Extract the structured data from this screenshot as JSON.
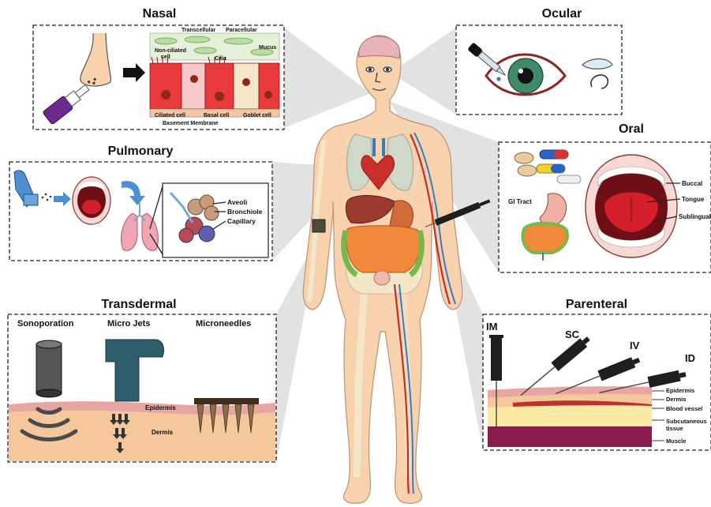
{
  "routes": {
    "nasal": {
      "title": "Nasal",
      "labels": {
        "transcellular": "Transcellular",
        "paracellular": "Paracellular",
        "mucus": "Mucus",
        "non_ciliated_1": "Non-ciliated",
        "non_ciliated_2": "cell",
        "cilia": "Cilia",
        "ciliated_cell": "Ciliated cell",
        "basal_cell": "Basal cell",
        "goblet_cell": "Goblet cell",
        "basement_membrane": "Basement Membrane"
      }
    },
    "ocular": {
      "title": "Ocular"
    },
    "oral": {
      "title": "Oral",
      "labels": {
        "gi_tract": "GI Tract",
        "buccal": "Buccal",
        "tongue": "Tongue",
        "sublingual": "Sublingual"
      }
    },
    "pulmonary": {
      "title": "Pulmonary",
      "labels": {
        "aveoli": "Aveoli",
        "bronchiole": "Bronchiole",
        "capillary": "Capillary"
      }
    },
    "transdermal": {
      "title": "Transdermal",
      "labels": {
        "sonoporation": "Sonoporation",
        "micro_jets": "Micro Jets",
        "microneedles": "Microneedles",
        "epidermis": "Epidermis",
        "dermis": "Dermis"
      }
    },
    "parenteral": {
      "title": "Parenteral",
      "injections": [
        "IM",
        "SC",
        "IV",
        "ID"
      ],
      "layers": {
        "epidermis": "Epidermis",
        "dermis": "Dermis",
        "blood_vessel": "Blood vessel",
        "subcutaneous_1": "Subcutaneous",
        "subcutaneous_2": "tissue",
        "muscle": "Muscle"
      }
    }
  },
  "colors": {
    "skin": "#f7d2ad",
    "skin_line": "#c9a584",
    "dermis": "#f4c89a",
    "epidermis": "#e7a6a2",
    "muscle": "#8b1b4e",
    "fat": "#fbe9a6",
    "vessel_red": "#c0312b",
    "vessel_blue": "#3a7bbf",
    "connector": "#d9d9d9",
    "needle_dark": "#1e1e1e",
    "jet_teal": "#2e5d6b",
    "cell_pink": "#f8c9cb",
    "cell_red": "#e8393c",
    "mucus_green": "#b9dca3",
    "pill_blue": "#2b63c7",
    "pill_red": "#d5352f",
    "lung_pink": "#f0a5b3",
    "liver_brown": "#9c3a2f",
    "intestine_orange": "#f08a3a",
    "intestine_green": "#78b84a"
  }
}
